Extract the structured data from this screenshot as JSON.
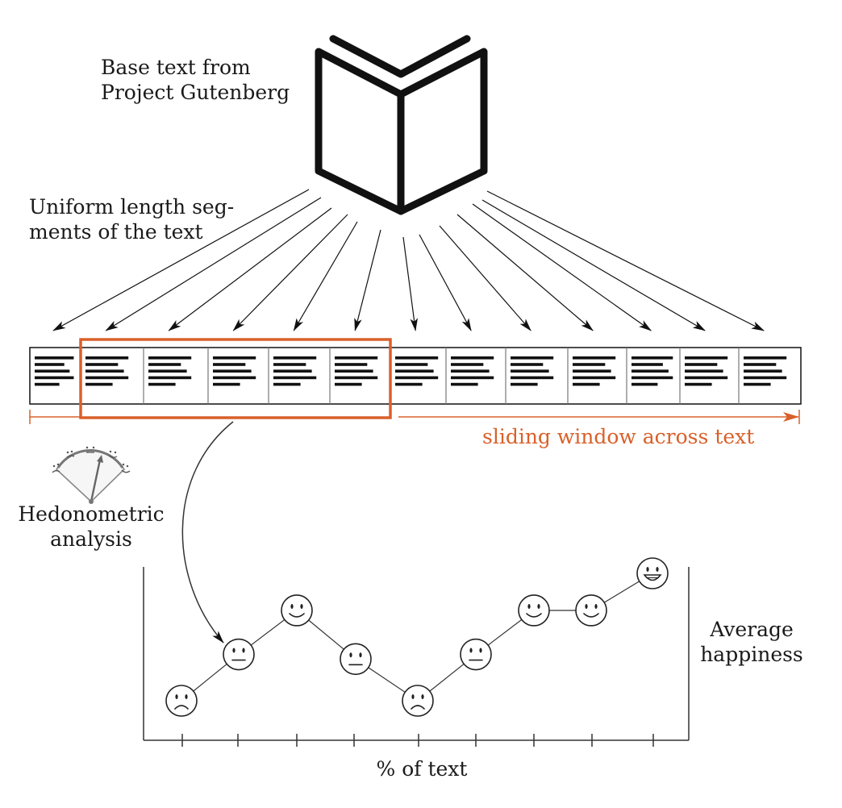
{
  "labels": {
    "base_text": [
      "Base text from",
      "Project Gutenberg"
    ],
    "segments": [
      "Uniform length seg-",
      "ments of the text"
    ],
    "sliding_window": "sliding window across text",
    "hedonometric": [
      "Hedonometric",
      "analysis"
    ],
    "average": [
      "Average",
      "happiness"
    ],
    "x_axis": "% of text"
  },
  "colors": {
    "accent": "#d9602a",
    "ink": "#111111"
  },
  "icons": {
    "book": "open-book-icon",
    "meter": "hedonometer-gauge-icon"
  },
  "segments": {
    "count": 13
  },
  "chart_data": {
    "type": "line",
    "xlabel": "% of text",
    "ylabel": "Average happiness",
    "x_ticks": 9,
    "points": [
      {
        "mood": "sad",
        "level": 0.8
      },
      {
        "mood": "neutral",
        "level": 2.8
      },
      {
        "mood": "happy",
        "level": 4.7
      },
      {
        "mood": "neutral",
        "level": 2.6
      },
      {
        "mood": "sad",
        "level": 0.8
      },
      {
        "mood": "neutral",
        "level": 2.8
      },
      {
        "mood": "happy",
        "level": 4.7
      },
      {
        "mood": "happy",
        "level": 4.7
      },
      {
        "mood": "very-happy",
        "level": 6.3
      }
    ]
  }
}
